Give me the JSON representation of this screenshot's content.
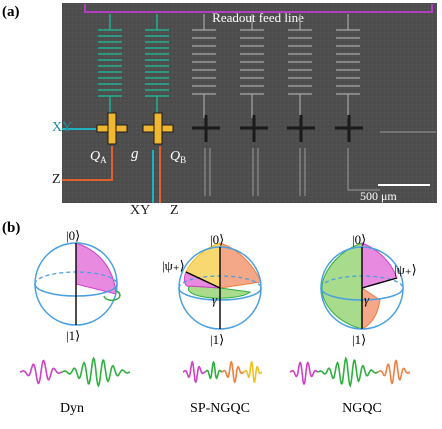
{
  "panel_a": {
    "label": "(a)",
    "feed_line_label": "Readout feed line",
    "xy_left": "XY",
    "z_left": "Z",
    "qa_main": "Q",
    "qa_sub": "A",
    "qb_main": "Q",
    "qb_sub": "B",
    "coupler": "g",
    "xy_bottom": "XY",
    "z_bottom": "Z",
    "scale_bar": "500 μm"
  },
  "panel_b": {
    "label": "(b)",
    "spheres": [
      {
        "top": "|0⟩",
        "bottom": "|1⟩",
        "caption": "Dyn"
      },
      {
        "top": "|0⟩",
        "bottom": "|1⟩",
        "caption": "SP-NGQC",
        "psi": "|ψ₊⟩",
        "gamma": "γ"
      },
      {
        "top": "|0⟩",
        "bottom": "|1⟩",
        "caption": "NGQC",
        "psi": "|ψ₊⟩",
        "gamma": "γ"
      }
    ]
  },
  "colors": {
    "magenta": "#d040c8",
    "green": "#30b040",
    "orange": "#f08040",
    "yellow": "#f0c020",
    "sphere": "#4aa0e0",
    "pink_fill": "#e88ae0",
    "green_fill": "#a8dc8c",
    "orange_fill": "#f4a888",
    "yellow_fill": "#f8d870",
    "chip_gold": "#f0b830",
    "chip_teal": "#20b090",
    "chip_purple": "#b040c0"
  }
}
